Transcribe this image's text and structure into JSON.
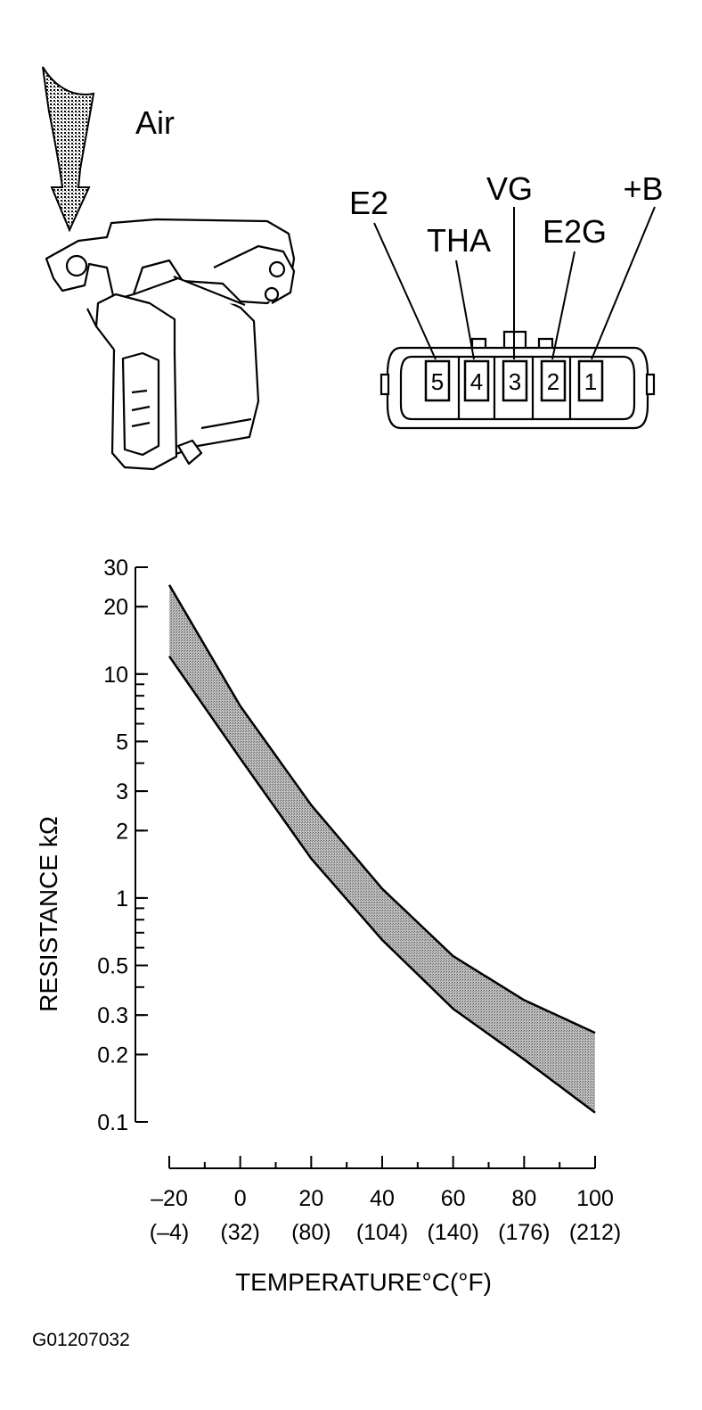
{
  "diagram": {
    "air_label": "Air",
    "connector": {
      "pins": [
        {
          "num": "5",
          "name": "E2"
        },
        {
          "num": "4",
          "name": "THA"
        },
        {
          "num": "3",
          "name": "VG"
        },
        {
          "num": "2",
          "name": "E2G"
        },
        {
          "num": "1",
          "name": "+B"
        }
      ]
    },
    "figure_code": "G01207032"
  },
  "chart_data": {
    "type": "area",
    "ylabel": "RESISTANCE kΩ",
    "xlabel": "TEMPERATURE°C(°F)",
    "y_scale": "log",
    "ylim": [
      0.1,
      30
    ],
    "xlim": [
      -20,
      100
    ],
    "y_ticks": [
      "30",
      "20",
      "10",
      "5",
      "3",
      "2",
      "1",
      "0.5",
      "0.3",
      "0.2",
      "0.1"
    ],
    "y_tick_values": [
      30,
      20,
      10,
      5,
      3,
      2,
      1,
      0.5,
      0.3,
      0.2,
      0.1
    ],
    "x_ticks_c": [
      "–20",
      "0",
      "20",
      "40",
      "60",
      "80",
      "100"
    ],
    "x_ticks_f": [
      "(–4)",
      "(32)",
      "(80)",
      "(104)",
      "(140)",
      "(176)",
      "(212)"
    ],
    "x_tick_values": [
      -20,
      0,
      20,
      40,
      60,
      80,
      100
    ],
    "grid": false,
    "band": {
      "x": [
        -20,
        0,
        20,
        40,
        60,
        80,
        100
      ],
      "upper": [
        25,
        7.2,
        2.6,
        1.1,
        0.55,
        0.35,
        0.25
      ],
      "lower": [
        12,
        4.2,
        1.5,
        0.65,
        0.32,
        0.19,
        0.11
      ]
    }
  }
}
